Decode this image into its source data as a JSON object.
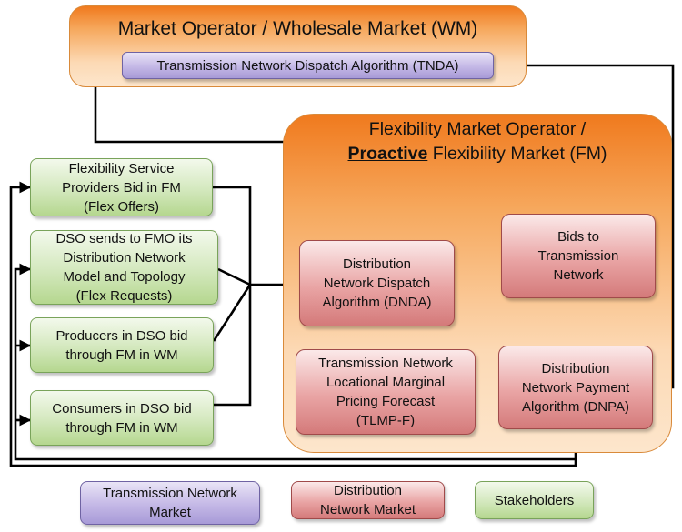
{
  "wm": {
    "title": "Market Operator / Wholesale Market (WM)",
    "tnda": "Transmission Network Dispatch Algorithm (TNDA)"
  },
  "fm": {
    "title_line1": "Flexibility Market Operator /",
    "title_emph": "Proactive",
    "title_line2_rest": " Flexibility Market (FM)",
    "dnda": [
      "Distribution",
      "Network Dispatch",
      "Algorithm (DNDA)"
    ],
    "bids": [
      "Bids to",
      "Transmission",
      "Network"
    ],
    "tlmpf": [
      "Transmission Network",
      "Locational Marginal",
      "Pricing Forecast",
      "(TLMP-F)"
    ],
    "dnpa": [
      "Distribution",
      "Network Payment",
      "Algorithm (DNPA)"
    ]
  },
  "stakeholders": {
    "fsp": [
      "Flexibility  Service",
      "Providers Bid in FM",
      "(Flex Offers)"
    ],
    "dso": [
      "DSO sends to FMO its",
      "Distribution Network",
      "Model and Topology",
      "(Flex Requests)"
    ],
    "producers": [
      "Producers in DSO bid",
      "through FM in WM"
    ],
    "consumers": [
      "Consumers in DSO bid",
      "through FM in WM"
    ]
  },
  "legend": {
    "transmission": [
      "Transmission Network",
      "Market"
    ],
    "distribution": [
      "Distribution",
      "Network Market"
    ],
    "stakeholders": "Stakeholders"
  },
  "colors": {
    "orange_market": "#f07a1e",
    "transmission_purple": "#b3a8de",
    "distribution_red": "#e39494",
    "stakeholder_green": "#c6e2a6",
    "connector": "#000000"
  }
}
